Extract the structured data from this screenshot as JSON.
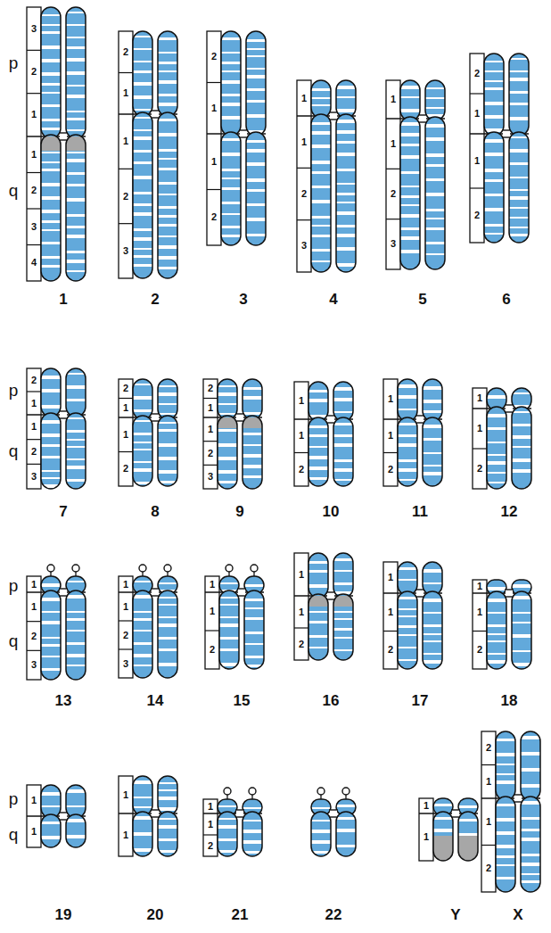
{
  "diagram": {
    "labels": [
      "p",
      "q",
      "3",
      "2",
      "1",
      "1",
      "2",
      "3",
      "4",
      "1",
      "2",
      "1",
      "1",
      "2",
      "3",
      "2",
      "2",
      "1",
      "1",
      "2",
      "3",
      "1",
      "1",
      "2",
      "3",
      "4",
      "1",
      "1",
      "2",
      "3",
      "5",
      "2",
      "1",
      "1",
      "2",
      "6",
      "p",
      "q",
      "2",
      "1",
      "1",
      "2",
      "3",
      "7",
      "2",
      "1",
      "1",
      "2",
      "8",
      "2",
      "1",
      "1",
      "2",
      "3",
      "9",
      "1",
      "1",
      "2",
      "10",
      "1",
      "1",
      "2",
      "11",
      "1",
      "1",
      "2",
      "12",
      "p",
      "q",
      "1",
      "1",
      "2",
      "3",
      "13",
      "1",
      "1",
      "2",
      "3",
      "14",
      "1",
      "1",
      "2",
      "15",
      "1",
      "1",
      "2",
      "16",
      "1",
      "1",
      "2",
      "17",
      "1",
      "1",
      "2",
      "18",
      "p",
      "q",
      "1",
      "1",
      "19",
      "1",
      "1",
      "20",
      "1",
      "1",
      "2",
      "21",
      "22",
      "1",
      "1",
      "Y",
      "2",
      "1",
      "1",
      "2",
      "X"
    ]
  }
}
